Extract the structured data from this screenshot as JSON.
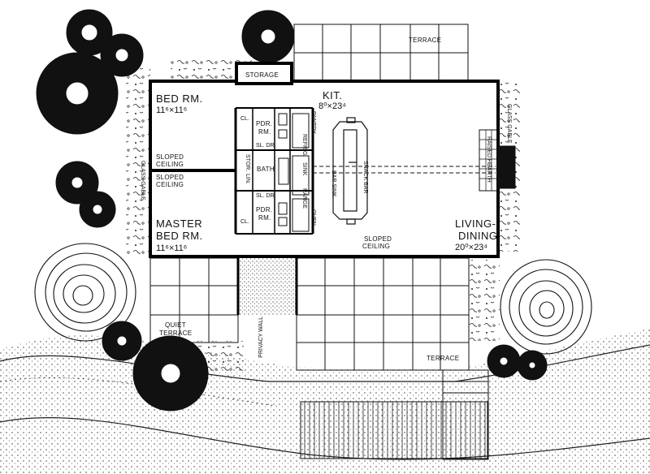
{
  "rooms": {
    "bedroom": {
      "name": "BED RM.",
      "size": "11⁶×11⁶"
    },
    "master_bedroom": {
      "name_line1": "MASTER",
      "name_line2": "BED RM.",
      "size": "11⁶×11⁶"
    },
    "kitchen": {
      "name": "KIT.",
      "size": "8⁰×23⁴"
    },
    "living_dining": {
      "name": "LIVING-",
      "name_line2": "DINING",
      "size": "20⁰×23⁴"
    },
    "bath": {
      "name": "BATH"
    },
    "powder_room_top": {
      "name": "PDR.",
      "name_line2": "RM."
    },
    "powder_room_bottom": {
      "name": "PDR.",
      "name_line2": "RM."
    },
    "storage": {
      "name": "STORAGE"
    }
  },
  "labels": {
    "terrace_top": "TERRACE",
    "terrace_bottom": "TERRACE",
    "quiet_terrace_line1": "QUIET",
    "quiet_terrace_line2": "TERRACE",
    "sloped_ceiling_top": "SLOPED",
    "sloped_ceiling_top2": "CEILING",
    "sloped_ceiling_bot": "SLOPED",
    "sloped_ceiling_bot2": "CEILING",
    "sloped_ceiling_living": "SLOPED",
    "sloped_ceiling_living2": "CEILING",
    "glass_gable_left": "GLASS GABLE",
    "glass_gable_right": "GLASS GABLE",
    "raised_hearth": "RAISED HEARTH",
    "privacy_wall": "PRIVACY WALL",
    "closet_top": "CL.",
    "closet_bottom": "CL.",
    "sliding_door_top": "SL. DR.",
    "sliding_door_bottom": "SL. DR.",
    "stor": "STOR.",
    "lin": "LIN.",
    "pantry": "PANTRY",
    "refrig": "REFRIG.",
    "sink": "SINK",
    "range": "RANGE",
    "oven": "OVEN",
    "bar_sink": "BAR SINK",
    "snack_bar": "SNACK BAR"
  }
}
